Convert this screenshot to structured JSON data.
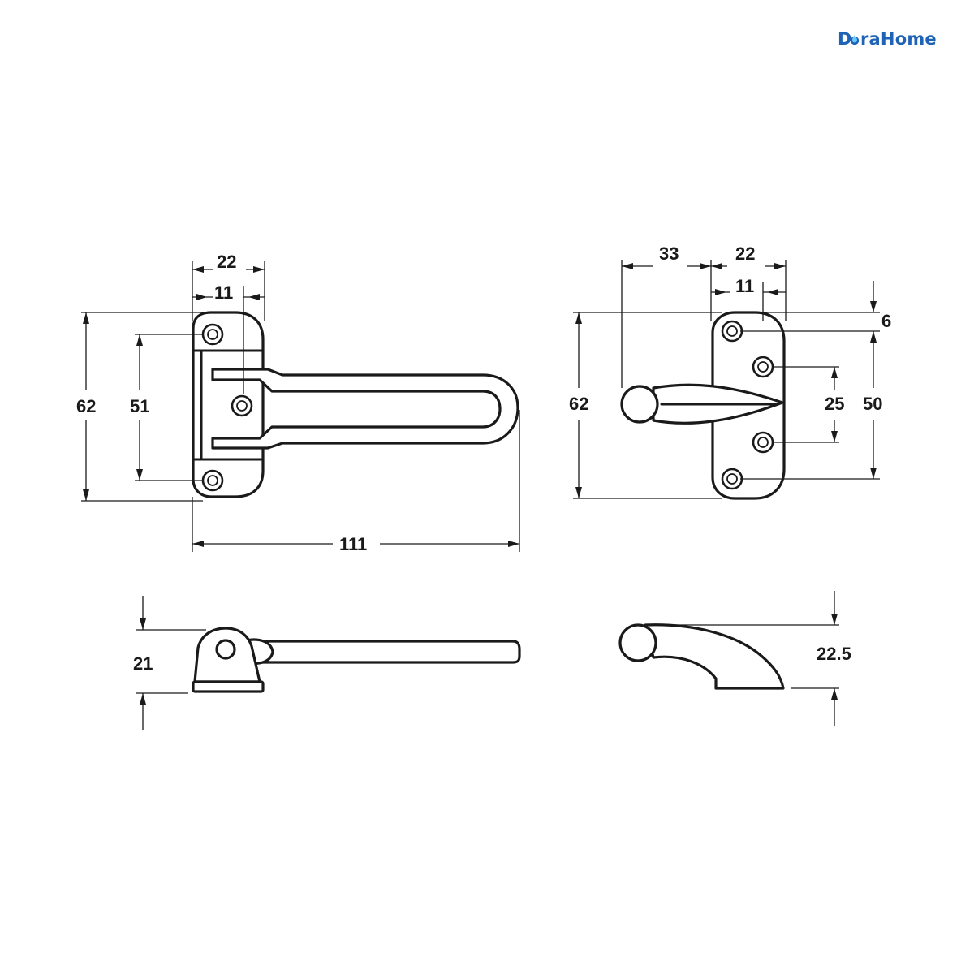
{
  "brand": {
    "logo_text_prefix": "D",
    "logo_text_suffix": "raHome",
    "brand_color": "#1e63b5"
  },
  "diagram": {
    "line_color": "#1a1a1a",
    "front_left": {
      "dim_width_top": "22",
      "dim_offset_top": "11",
      "dim_height_outer": "62",
      "dim_hole_spacing": "51",
      "dim_total_length": "111"
    },
    "front_right": {
      "dim_knob_offset": "33",
      "dim_width_top": "22",
      "dim_offset_top": "11",
      "dim_top_margin": "6",
      "dim_height_outer": "62",
      "dim_inner_holes": "25",
      "dim_outer_holes": "50"
    },
    "side_left": {
      "dim_height": "21"
    },
    "side_right": {
      "dim_height": "22.5"
    }
  }
}
